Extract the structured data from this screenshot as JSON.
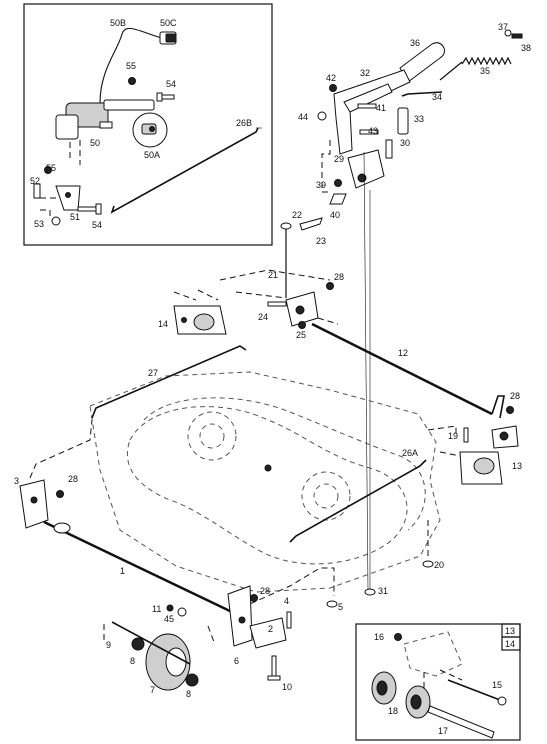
{
  "callouts": {
    "c1": "1",
    "c2": "2",
    "c3": "3",
    "c4": "4",
    "c5": "5",
    "c6": "6",
    "c7": "7",
    "c8a": "8",
    "c8b": "8",
    "c9": "9",
    "c10": "10",
    "c11": "11",
    "c12": "12",
    "c13": "13",
    "c14": "14",
    "c15": "15",
    "c16": "16",
    "c17": "17",
    "c18": "18",
    "c19": "19",
    "c20": "20",
    "c21": "21",
    "c22": "22",
    "c23": "23",
    "c24": "24",
    "c25": "25",
    "c26a": "26A",
    "c26b": "26B",
    "c27": "27",
    "c28a": "28",
    "c28b": "28",
    "c28c": "28",
    "c28d": "28",
    "c29": "29",
    "c30": "30",
    "c31": "31",
    "c32": "32",
    "c33": "33",
    "c34": "34",
    "c35": "35",
    "c36": "36",
    "c37": "37",
    "c38": "38",
    "c39": "39",
    "c40": "40",
    "c41": "41",
    "c42": "42",
    "c43": "43",
    "c44": "44",
    "c45": "45",
    "c50": "50",
    "c50a": "50A",
    "c50b": "50B",
    "c50c": "50C",
    "c51": "51",
    "c52": "52",
    "c53": "53",
    "c54a": "54",
    "c54b": "54",
    "c55a": "55",
    "c55b": "55"
  },
  "inset_badges": {
    "top": "13",
    "bottom": "14"
  }
}
